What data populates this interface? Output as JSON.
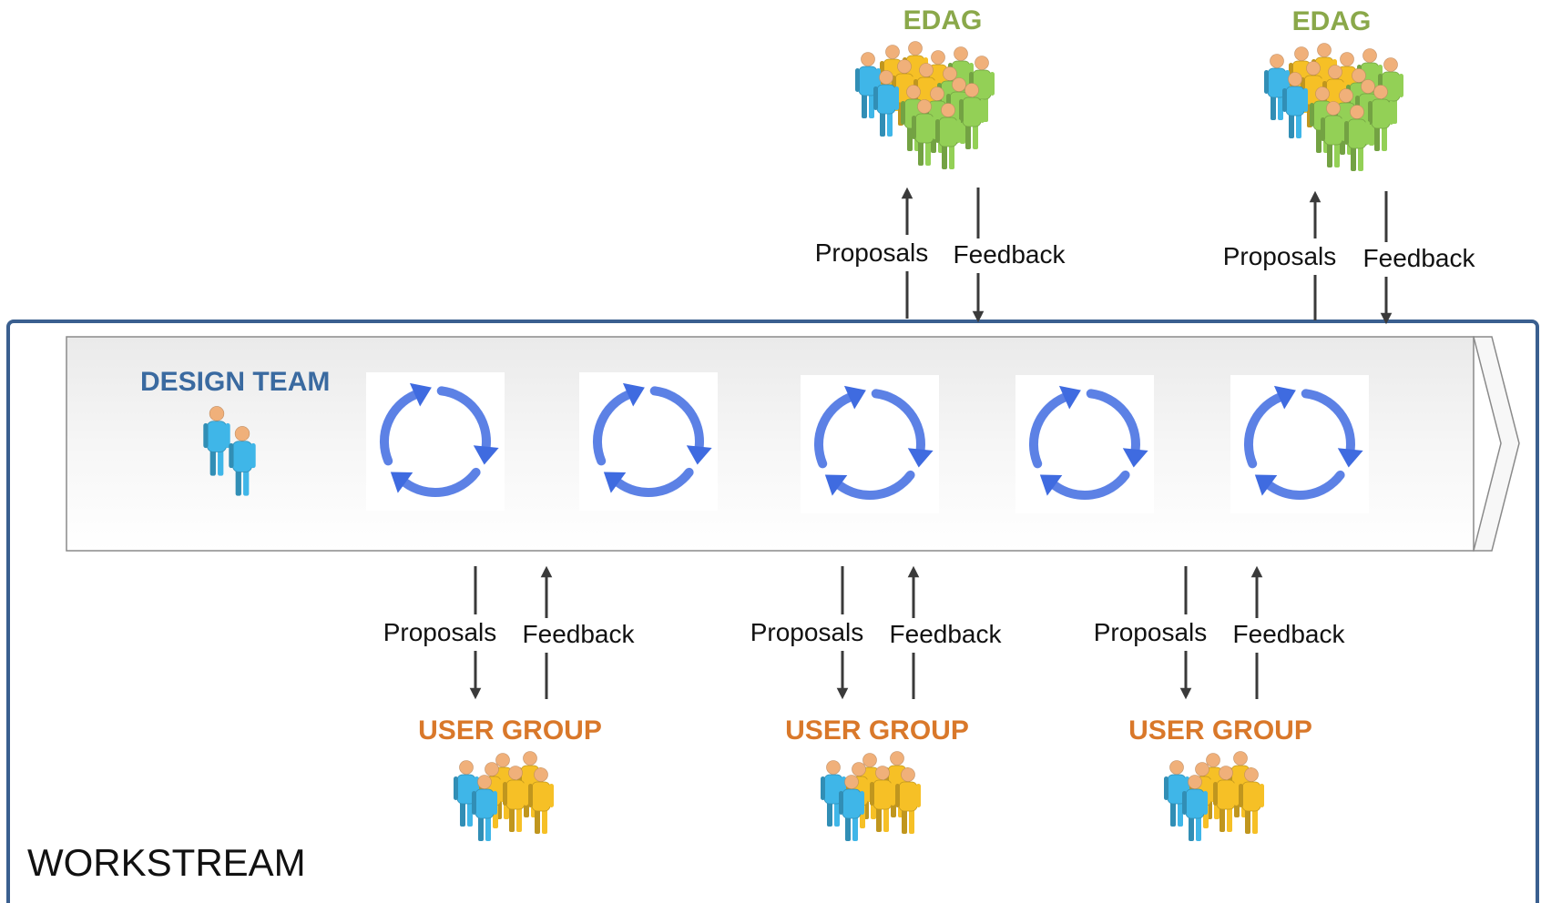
{
  "colors": {
    "frame": "#3a5f8f",
    "design_team": "#3a6aa0",
    "edag": "#8aa84a",
    "user_group": "#d9782a",
    "arrow": "#3a3a3a",
    "cycle": "#3f6be0",
    "person_blue": "#3fb6e8",
    "person_yellow": "#f6c026",
    "person_green": "#93d056",
    "person_skin": "#f0b07a"
  },
  "workstream": {
    "label": "WORKSTREAM"
  },
  "design_team": {
    "label": "DESIGN TEAM",
    "icon": "two-people-icon"
  },
  "cycle_icon": "refresh-cycle-icon",
  "edag": [
    {
      "label": "EDAG",
      "proposals": "Proposals",
      "feedback": "Feedback"
    },
    {
      "label": "EDAG",
      "proposals": "Proposals",
      "feedback": "Feedback"
    }
  ],
  "user_groups": [
    {
      "label": "USER GROUP",
      "proposals": "Proposals",
      "feedback": "Feedback"
    },
    {
      "label": "USER GROUP",
      "proposals": "Proposals",
      "feedback": "Feedback"
    },
    {
      "label": "USER GROUP",
      "proposals": "Proposals",
      "feedback": "Feedback"
    }
  ]
}
